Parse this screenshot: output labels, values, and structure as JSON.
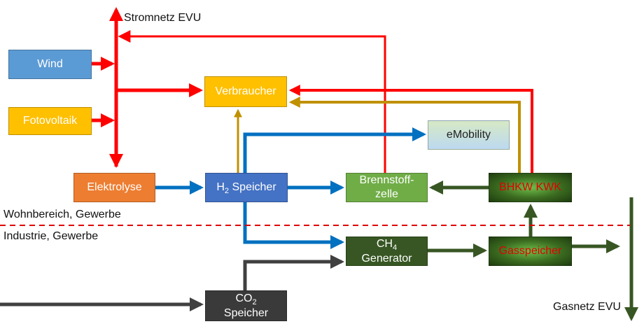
{
  "labels": {
    "stromnetz": "Stromnetz EVU",
    "gasnetz": "Gasnetz EVU",
    "wohnbereich": "Wohnbereich, Gewerbe",
    "industrie": "Industrie, Gewerbe"
  },
  "boxes": {
    "wind": "Wind",
    "fotovoltaik": "Fotovoltaik",
    "verbraucher": "Verbraucher",
    "emobility": "eMobility",
    "elektrolyse": "Elektrolyse",
    "h2_prefix": "H",
    "h2_sub": "2",
    "h2_suffix": " Speicher",
    "brennstoff_line1": "Brennstoff-",
    "brennstoff_line2": "zelle",
    "bhkw": "BHKW KWK",
    "ch4_prefix": "CH",
    "ch4_sub": "4",
    "ch4_line2": "Generator",
    "gasspeicher": "Gasspeicher",
    "co2_prefix": "CO",
    "co2_sub": "2",
    "co2_line2": "Speicher"
  },
  "colors": {
    "electric": "#ff0000",
    "hydrogen": "#0070c0",
    "heat": "#bf9000",
    "gas": "#375623",
    "co2": "#404040",
    "divider": "#e00000"
  }
}
